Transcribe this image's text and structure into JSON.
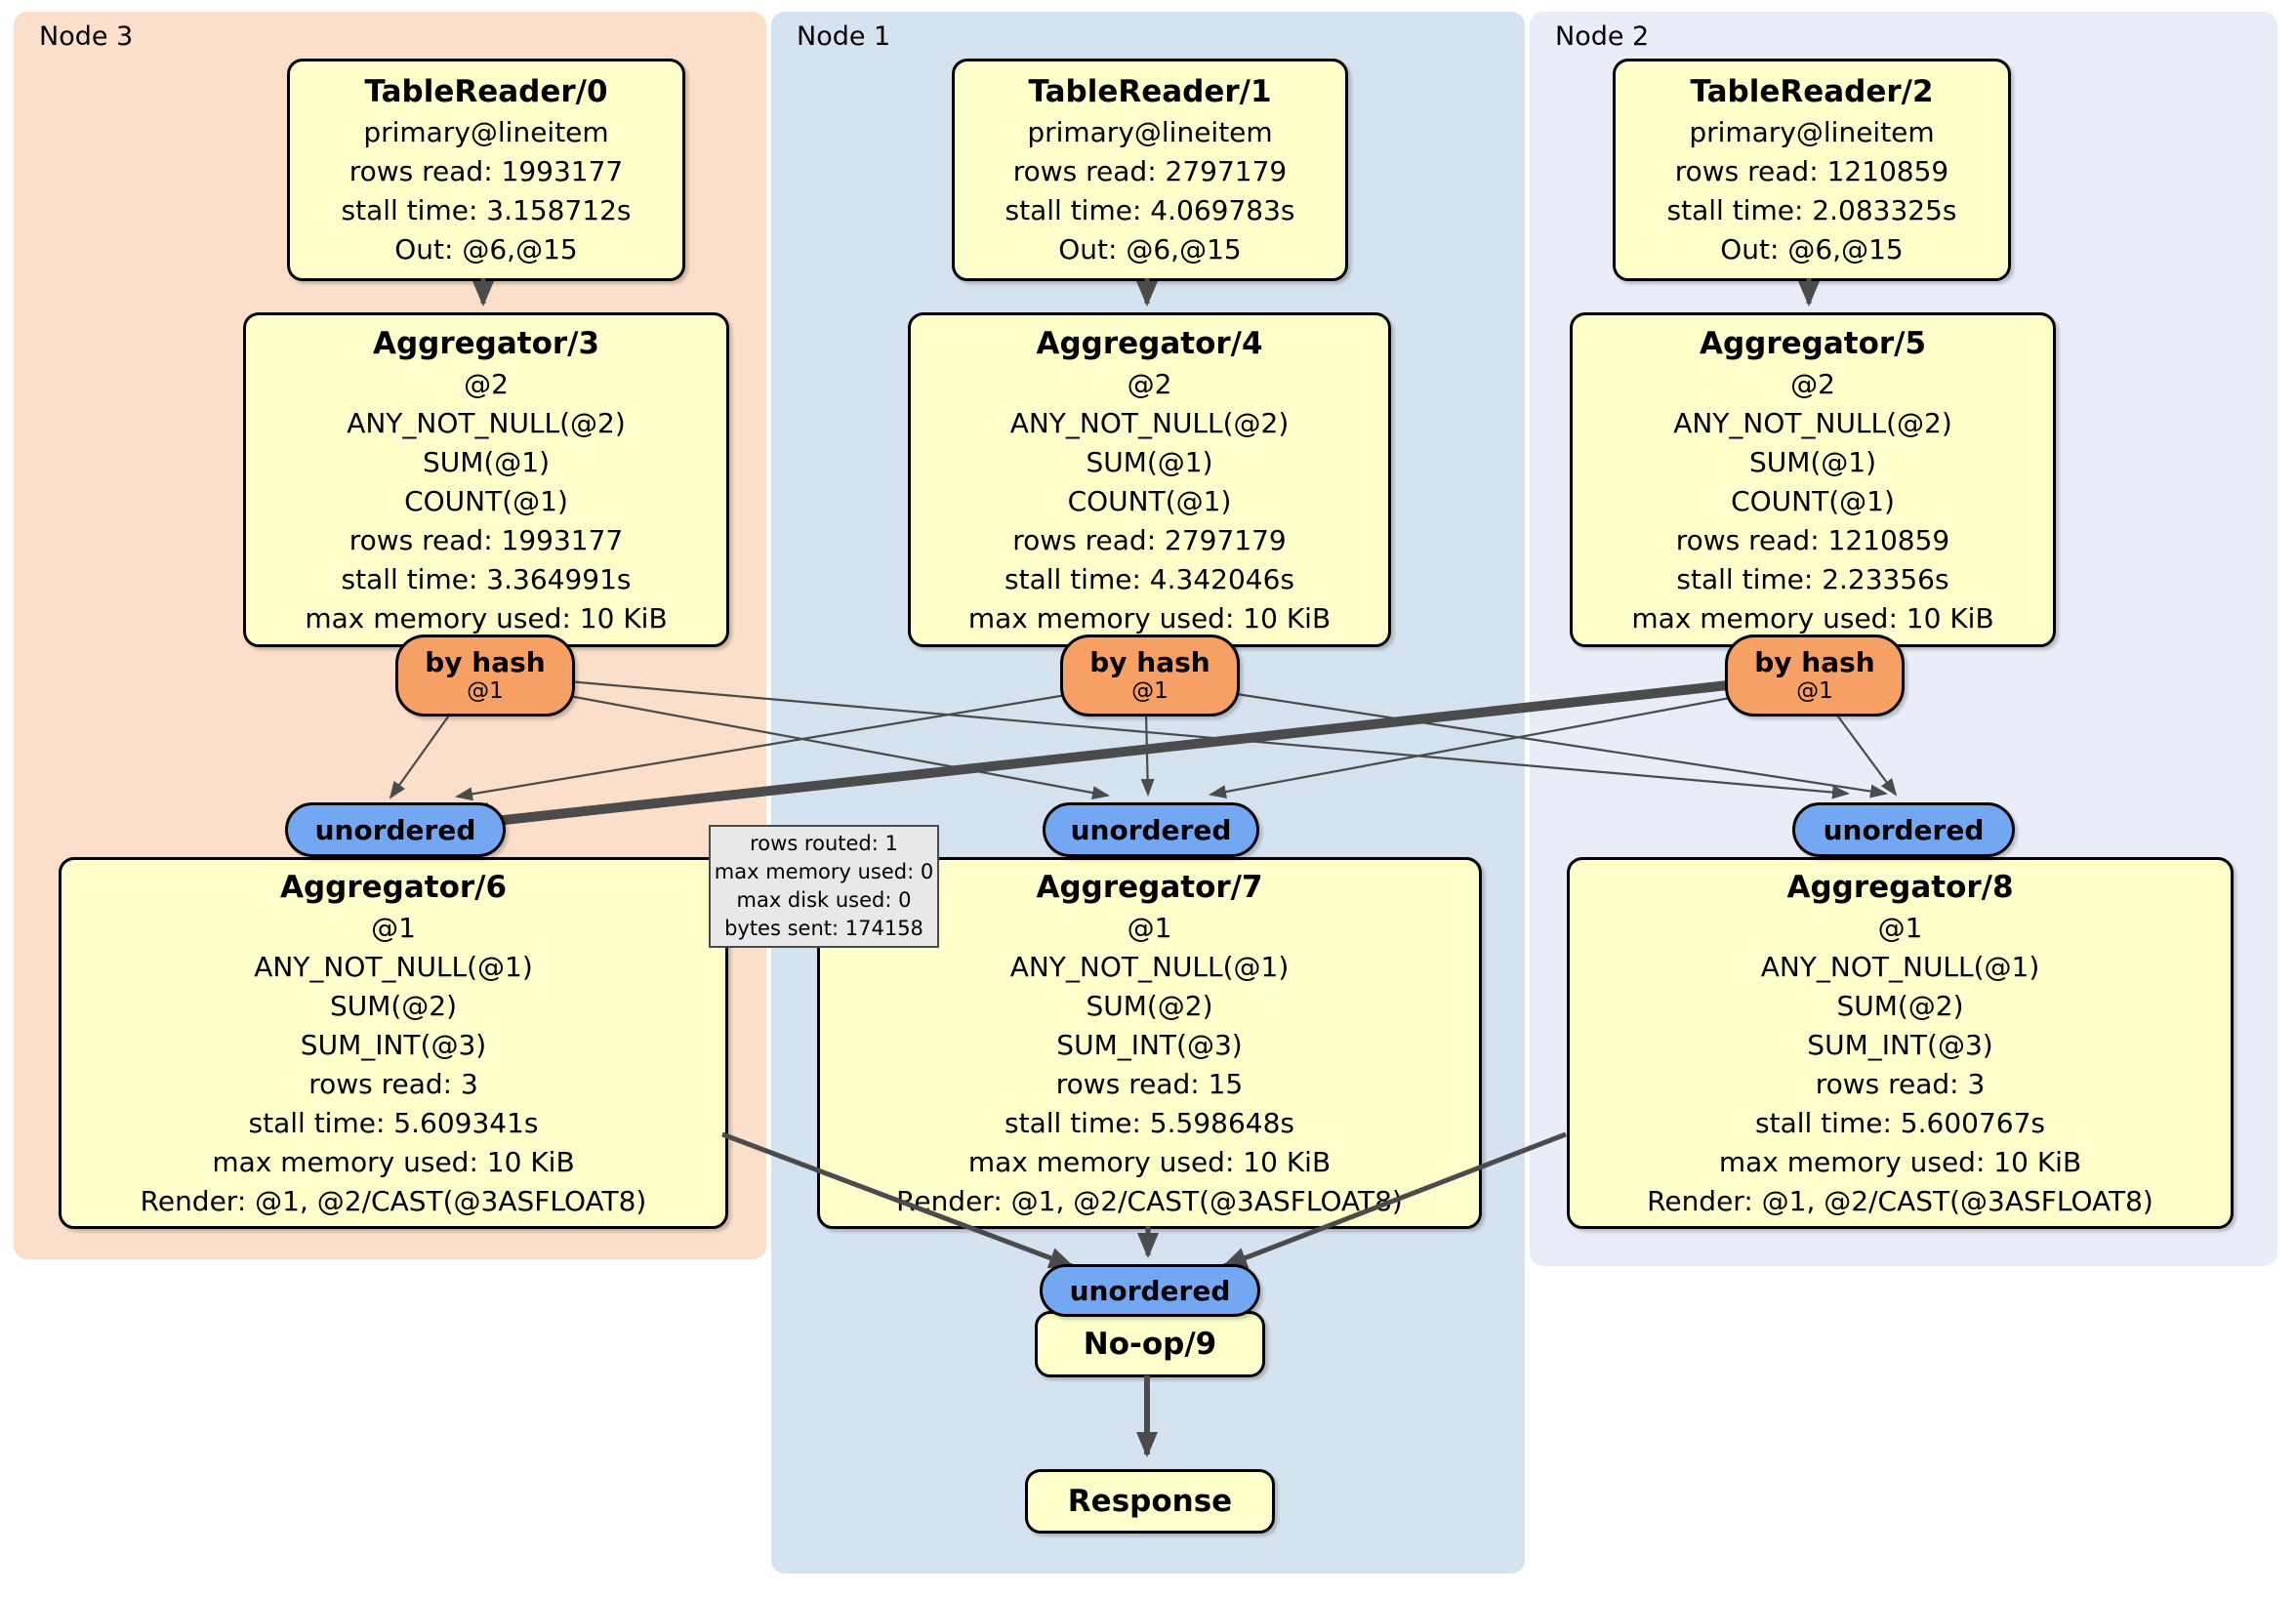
{
  "regions": {
    "node3": {
      "label": "Node 3"
    },
    "node1": {
      "label": "Node 1"
    },
    "node2": {
      "label": "Node 2"
    }
  },
  "processors": {
    "tr0": {
      "title": "TableReader/0",
      "lines": [
        "primary@lineitem",
        "rows read: 1993177",
        "stall time: 3.158712s",
        "Out: @6,@15"
      ]
    },
    "tr1": {
      "title": "TableReader/1",
      "lines": [
        "primary@lineitem",
        "rows read: 2797179",
        "stall time: 4.069783s",
        "Out: @6,@15"
      ]
    },
    "tr2": {
      "title": "TableReader/2",
      "lines": [
        "primary@lineitem",
        "rows read: 1210859",
        "stall time: 2.083325s",
        "Out: @6,@15"
      ]
    },
    "agg3": {
      "title": "Aggregator/3",
      "lines": [
        "@2",
        "ANY_NOT_NULL(@2)",
        "SUM(@1)",
        "COUNT(@1)",
        "rows read: 1993177",
        "stall time: 3.364991s",
        "max memory used: 10 KiB"
      ]
    },
    "agg4": {
      "title": "Aggregator/4",
      "lines": [
        "@2",
        "ANY_NOT_NULL(@2)",
        "SUM(@1)",
        "COUNT(@1)",
        "rows read: 2797179",
        "stall time: 4.342046s",
        "max memory used: 10 KiB"
      ]
    },
    "agg5": {
      "title": "Aggregator/5",
      "lines": [
        "@2",
        "ANY_NOT_NULL(@2)",
        "SUM(@1)",
        "COUNT(@1)",
        "rows read: 1210859",
        "stall time: 2.23356s",
        "max memory used: 10 KiB"
      ]
    },
    "agg6": {
      "title": "Aggregator/6",
      "lines": [
        "@1",
        "ANY_NOT_NULL(@1)",
        "SUM(@2)",
        "SUM_INT(@3)",
        "rows read: 3",
        "stall time: 5.609341s",
        "max memory used: 10 KiB",
        "Render: @1, @2/CAST(@3ASFLOAT8)"
      ]
    },
    "agg7": {
      "title": "Aggregator/7",
      "lines": [
        "@1",
        "ANY_NOT_NULL(@1)",
        "SUM(@2)",
        "SUM_INT(@3)",
        "rows read: 15",
        "stall time: 5.598648s",
        "max memory used: 10 KiB",
        "Render: @1, @2/CAST(@3ASFLOAT8)"
      ]
    },
    "agg8": {
      "title": "Aggregator/8",
      "lines": [
        "@1",
        "ANY_NOT_NULL(@1)",
        "SUM(@2)",
        "SUM_INT(@3)",
        "rows read: 3",
        "stall time: 5.600767s",
        "max memory used: 10 KiB",
        "Render: @1, @2/CAST(@3ASFLOAT8)"
      ]
    },
    "noop": {
      "title": "No-op/9"
    },
    "response": {
      "title": "Response"
    }
  },
  "streams": {
    "by_hash_label": "by hash",
    "by_hash_key": "@1",
    "unordered_label": "unordered"
  },
  "tooltip": {
    "lines": [
      "rows routed: 1",
      "max memory used: 0",
      "max disk used: 0",
      "bytes sent: 174158"
    ]
  },
  "colors": {
    "box-fill": "#ffffcc",
    "byhash-fill": "#f7a065",
    "unordered-fill": "#74a7f2",
    "node3-bg": "#fbdfcb",
    "node1-bg": "#d5e2ef",
    "node2-bg": "#e9edf7",
    "tooltip-bg": "#e8e8e8",
    "edge": "#4b4b4b"
  }
}
